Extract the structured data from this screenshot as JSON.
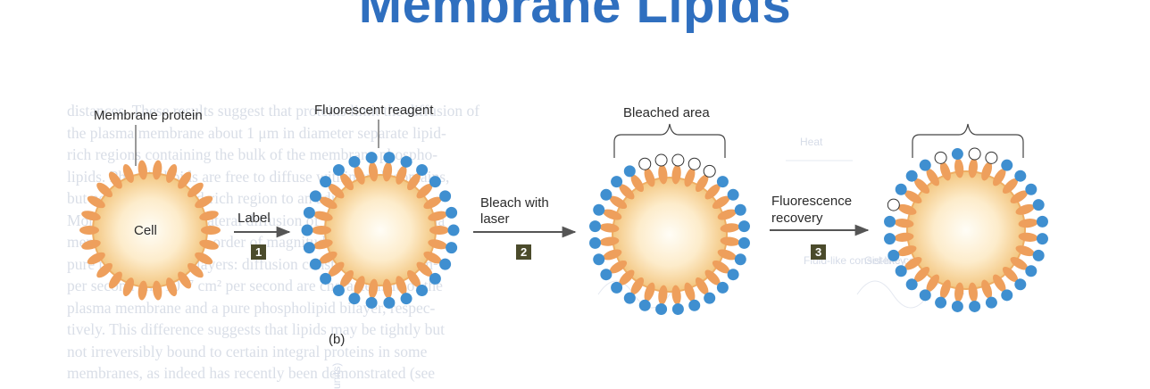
{
  "title": "Membrane Lipids",
  "labels": {
    "membrane_protein": "Membrane protein",
    "fluorescent_reagent": "Fluorescent reagent",
    "cell": "Cell",
    "label_arrow": "Label",
    "bleach_line1": "Bleach with",
    "bleach_line2": "laser",
    "bleached_area": "Bleached area",
    "recovery_line1": "Fluorescence",
    "recovery_line2": "recovery",
    "panel_b": "(b)"
  },
  "steps": [
    "1",
    "2",
    "3"
  ],
  "faint_labels": {
    "heat": "Heat",
    "liquid": "Fluid-like consistency",
    "gel": "Gel-like consistency",
    "units": "units)"
  },
  "background_text": [
    "distances. These results suggest that proteins limit the diffusion of",
    "the plasma membrane about 1 μm in diameter separate lipid-",
    "rich regions containing the bulk of the membrane phospho-",
    "lipids. Phospholipids are free to diffuse within such domains,",
    "but not from one lipid-rich region to an adjacent one.",
    "Moreover, the rate of lateral diffusion of lipids in the plasma",
    "membrane is nearly an order of magnitude slower than in",
    "pure phospholipid bilayers: diffusion constants of 10⁻⁸ cm²",
    "per second and 10⁻⁷ cm² per second are characteristic of the",
    "plasma membrane and a pure phospholipid bilayer, respec-",
    "tively. This difference suggests that lipids may be tightly but",
    "not irreversibly bound to certain integral proteins in some",
    "membranes, as indeed has recently been demonstrated (see"
  ],
  "colors": {
    "title": "#2f6fbf",
    "protein": "#ee9f5c",
    "fluor": "#3f8fd0",
    "step_box": "#4b4b2b",
    "cell_fill": "#f6d38f"
  }
}
